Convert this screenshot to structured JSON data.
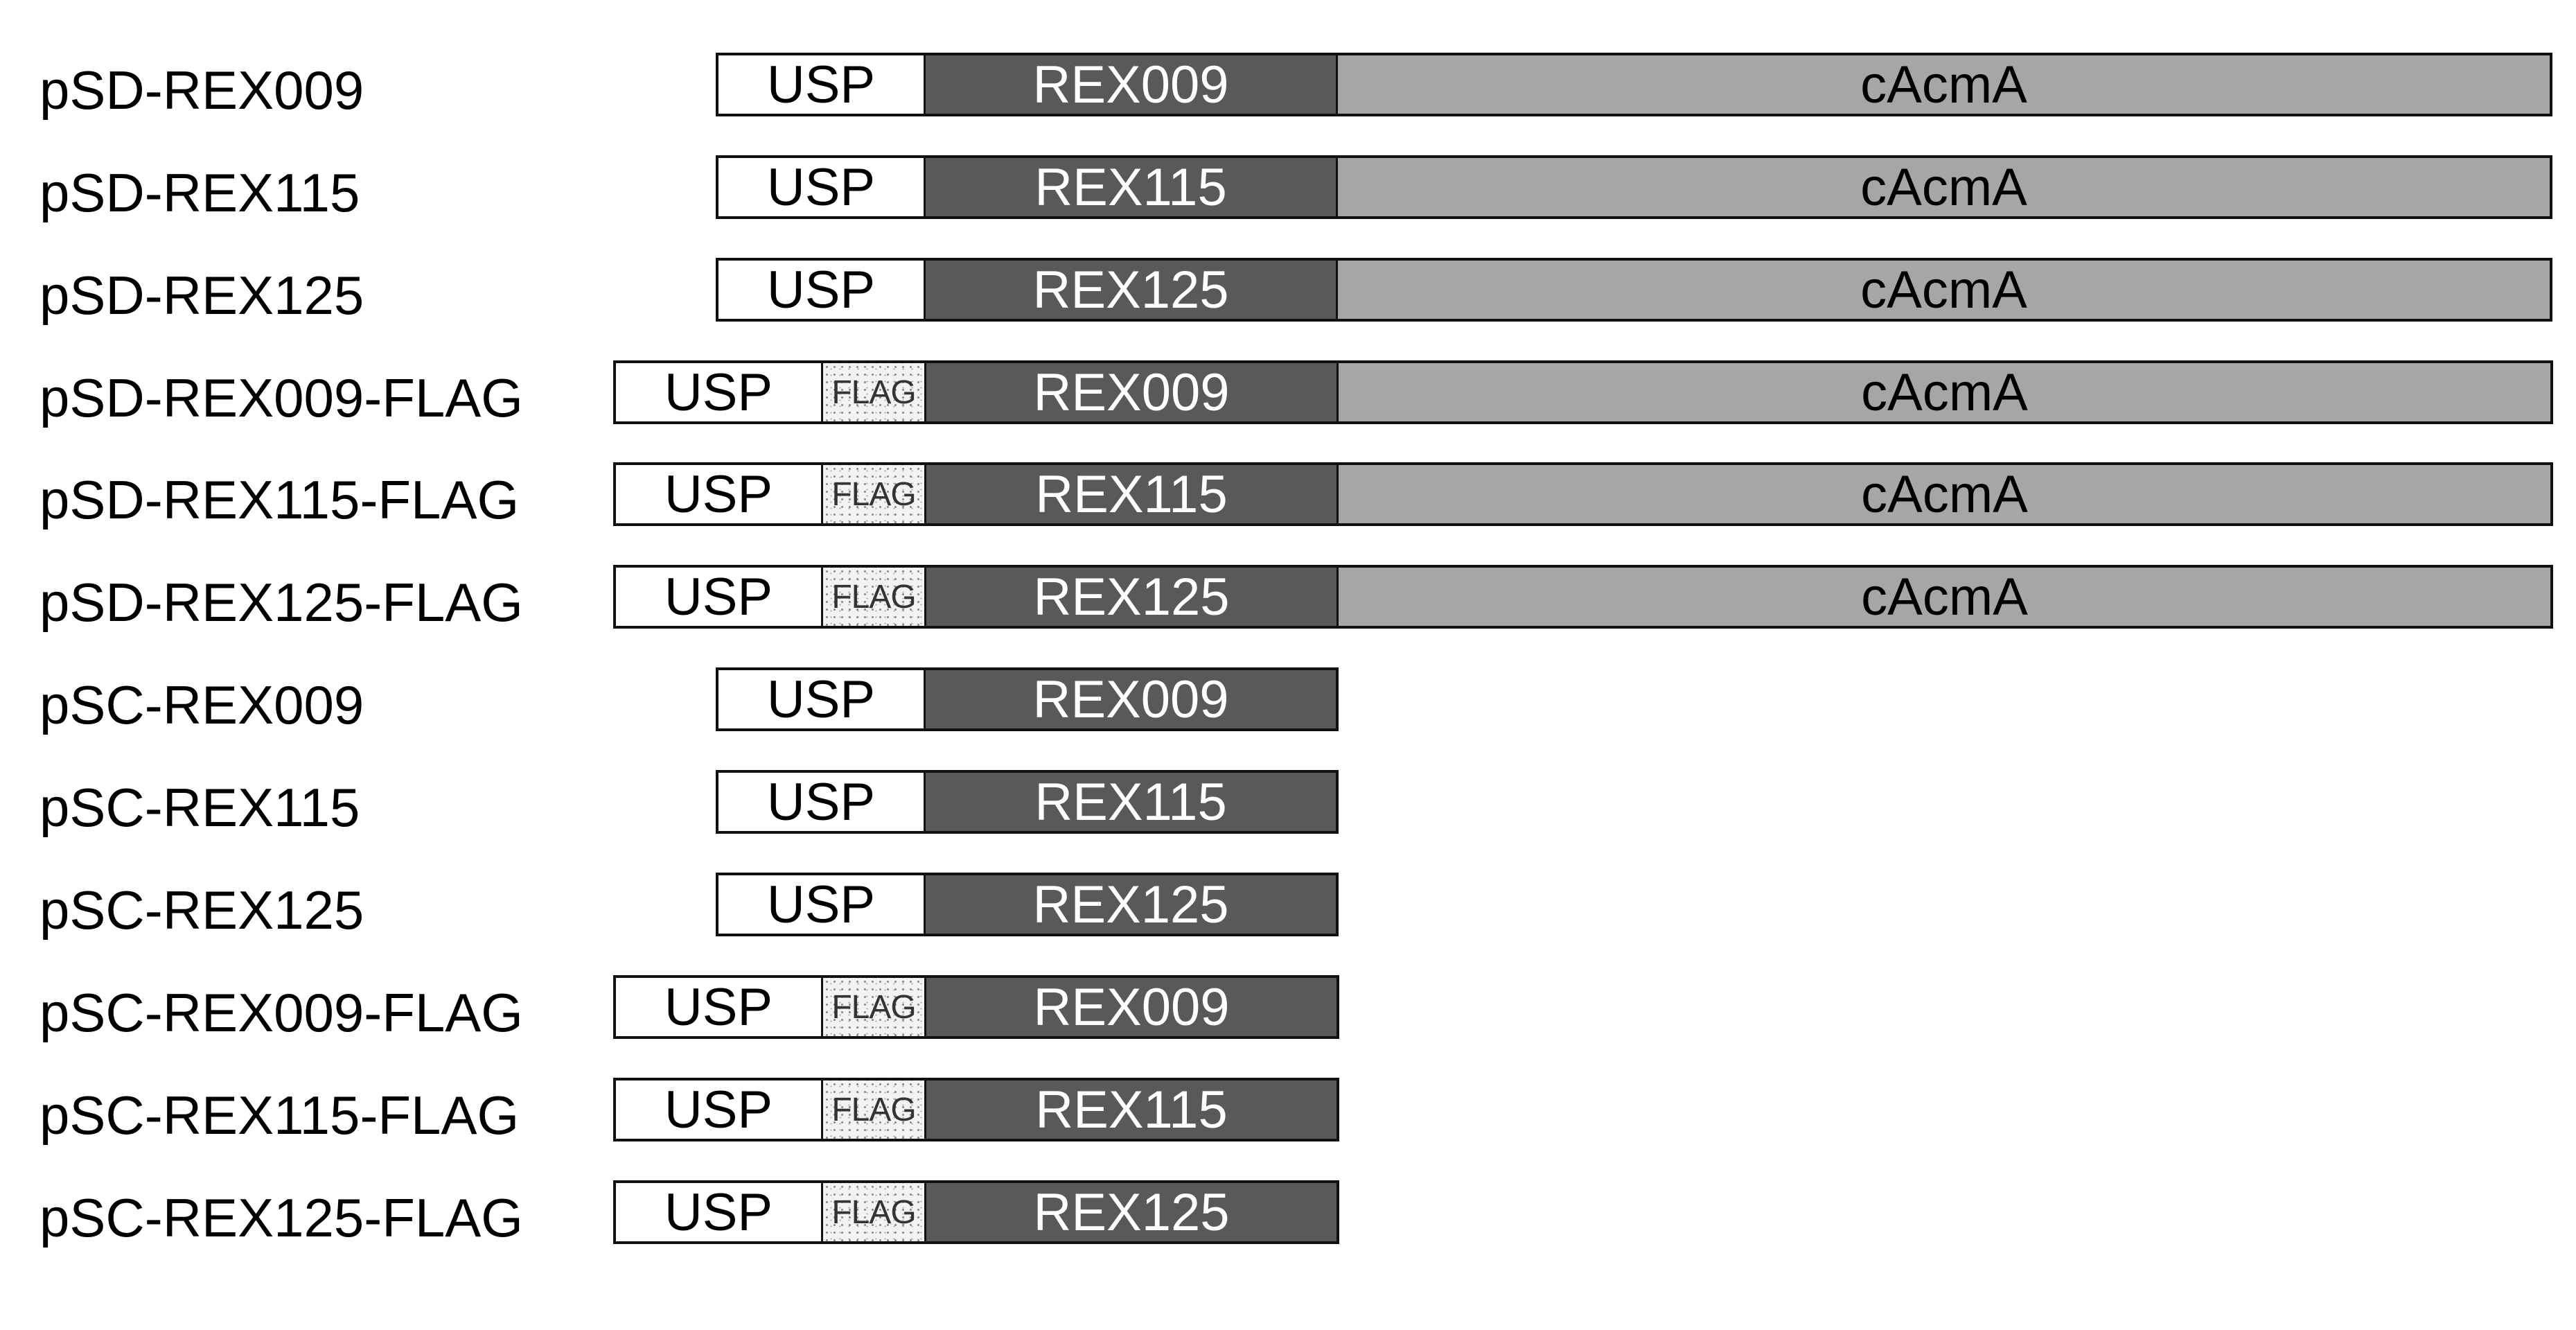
{
  "segment_labels": {
    "signal_peptide": "USP",
    "tag": "FLAG",
    "anchor": "cAcmA"
  },
  "colors": {
    "usp": "#ffffff",
    "flag": "#f2f2f2",
    "rex": "#595959",
    "cacma": "#a6a6a6",
    "border": "#111111"
  },
  "constructs": [
    {
      "name": "pSD-REX009",
      "rex": "REX009"
    },
    {
      "name": "pSD-REX115",
      "rex": "REX115"
    },
    {
      "name": "pSD-REX125",
      "rex": "REX125"
    },
    {
      "name": "pSD-REX009-FLAG",
      "rex": "REX009"
    },
    {
      "name": "pSD-REX115-FLAG",
      "rex": "REX115"
    },
    {
      "name": "pSD-REX125-FLAG",
      "rex": "REX125"
    },
    {
      "name": "pSC-REX009",
      "rex": "REX009"
    },
    {
      "name": "pSC-REX115",
      "rex": "REX115"
    },
    {
      "name": "pSC-REX125",
      "rex": "REX125"
    },
    {
      "name": "pSC-REX009-FLAG",
      "rex": "REX009"
    },
    {
      "name": "pSC-REX115-FLAG",
      "rex": "REX115"
    },
    {
      "name": "pSC-REX125-FLAG",
      "rex": "REX125"
    }
  ]
}
